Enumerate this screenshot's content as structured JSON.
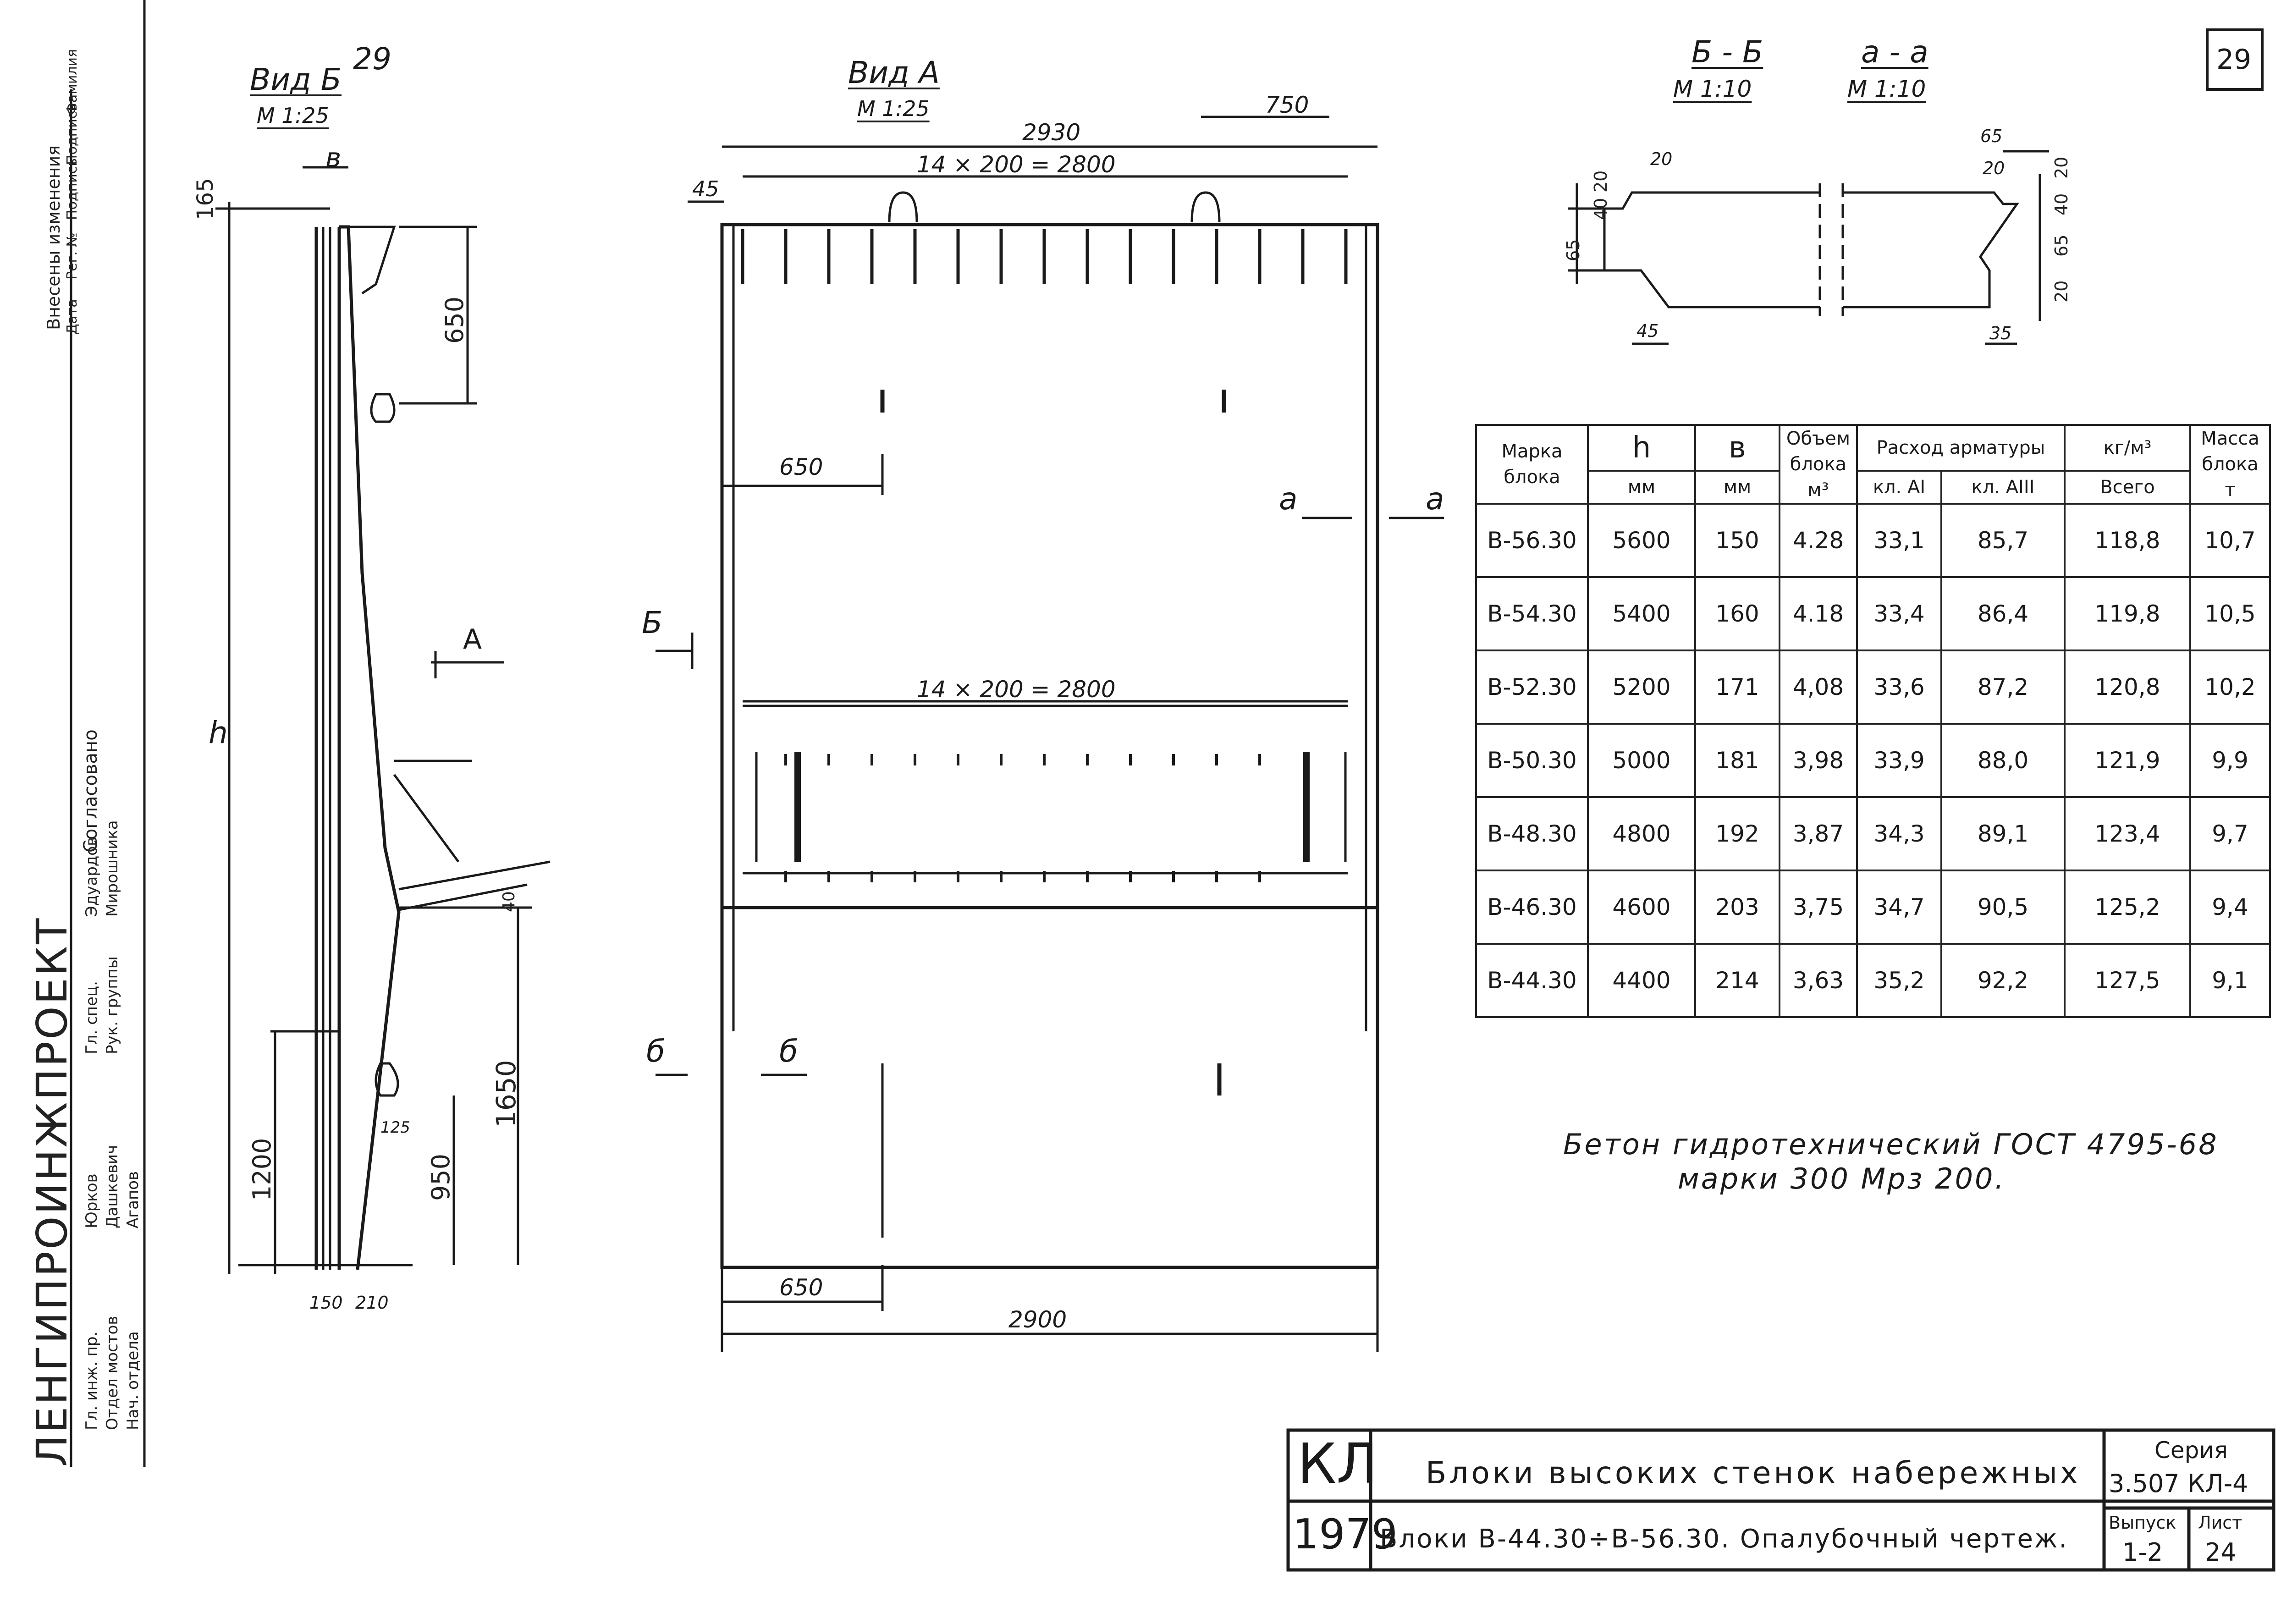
{
  "sheet_number": "29",
  "views": {
    "vid_b": {
      "title": "Вид Б",
      "scale": "М 1:25"
    },
    "vid_a": {
      "title": "Вид А",
      "scale": "М 1:25"
    },
    "sec_bb": {
      "title": "Б - Б",
      "scale": "М 1:10"
    },
    "sec_aa": {
      "title": "а - а",
      "scale": "М 1:10"
    }
  },
  "dims_b": {
    "d165": "165",
    "d650": "650",
    "d1650": "1650",
    "d950": "950",
    "d1200": "1200",
    "d40": "40",
    "h": "h",
    "d150": "150",
    "d210": "210",
    "d125": "125",
    "b": "в",
    "arrow_a": "А"
  },
  "dims_a": {
    "d2930": "2930",
    "d750": "750",
    "d45": "45",
    "top_mod": "14 × 200 = 2800",
    "d650a": "650",
    "mid_mod": "14 × 200 = 2800",
    "d650b": "650",
    "d2900": "2900",
    "cut_a": "а",
    "cut_b": "Б",
    "cut_bb": "б"
  },
  "dims_sec": {
    "s20a": "20",
    "s40": "40",
    "s65": "65",
    "s45": "45",
    "s20b": "20",
    "s65b": "65",
    "s20c": "20",
    "s40b": "40",
    "s65c": "65",
    "s20d": "20",
    "s20e": "20",
    "s35": "35"
  },
  "table": {
    "headers": {
      "marka": "Марка блока",
      "h": "h",
      "h_unit": "мм",
      "b": "в",
      "b_unit": "мм",
      "volume": "Объем блока",
      "volume_unit": "м³",
      "rashod": "Расход арматуры",
      "kg_m3": "кг/м³",
      "a1": "кл. АI",
      "a3": "кл. АIII",
      "total": "Всего",
      "mass": "Масса блока",
      "mass_unit": "т"
    },
    "rows": [
      [
        "В-56.30",
        "5600",
        "150",
        "4.28",
        "33,1",
        "85,7",
        "118,8",
        "10,7"
      ],
      [
        "В-54.30",
        "5400",
        "160",
        "4.18",
        "33,4",
        "86,4",
        "119,8",
        "10,5"
      ],
      [
        "В-52.30",
        "5200",
        "171",
        "4,08",
        "33,6",
        "87,2",
        "120,8",
        "10,2"
      ],
      [
        "В-50.30",
        "5000",
        "181",
        "3,98",
        "33,9",
        "88,0",
        "121,9",
        "9,9"
      ],
      [
        "В-48.30",
        "4800",
        "192",
        "3,87",
        "34,3",
        "89,1",
        "123,4",
        "9,7"
      ],
      [
        "В-46.30",
        "4600",
        "203",
        "3,75",
        "34,7",
        "90,5",
        "125,2",
        "9,4"
      ],
      [
        "В-44.30",
        "4400",
        "214",
        "3,63",
        "35,2",
        "92,2",
        "127,5",
        "9,1"
      ]
    ]
  },
  "note": {
    "line1": "Бетон гидротехнический ГОСТ 4795-68",
    "line2": "марки 300 Мрз 200."
  },
  "title_block": {
    "code": "КЛ",
    "year": "1979",
    "title": "Блоки высоких стенок набережных",
    "subtitle": "Блоки В-44.30÷В-56.30. Опалубочный чертеж.",
    "series_label": "Серия",
    "series_value": "3.507 КЛ-4",
    "issue_label": "Выпуск",
    "issue_value": "1-2",
    "sheet_label": "Лист",
    "sheet_value": "24"
  },
  "side_stamp": {
    "org": "ЛЕНГИПРОИНЖПРОЕКТ",
    "agreed": "Согласовано",
    "changes": "Внесены изменения",
    "cols": [
      "Дата",
      "Рег. №",
      "Подпись",
      "Подпись",
      "Фамилия"
    ],
    "roles": [
      "Гл. инж. пр.",
      "Отдел мостов",
      "Нач. отдела",
      "Гл. спец.",
      "Рук. группы"
    ],
    "names": [
      "Юрков",
      "Дашкевич",
      "Агапов",
      "Эдуардов",
      "Мирошника"
    ]
  }
}
